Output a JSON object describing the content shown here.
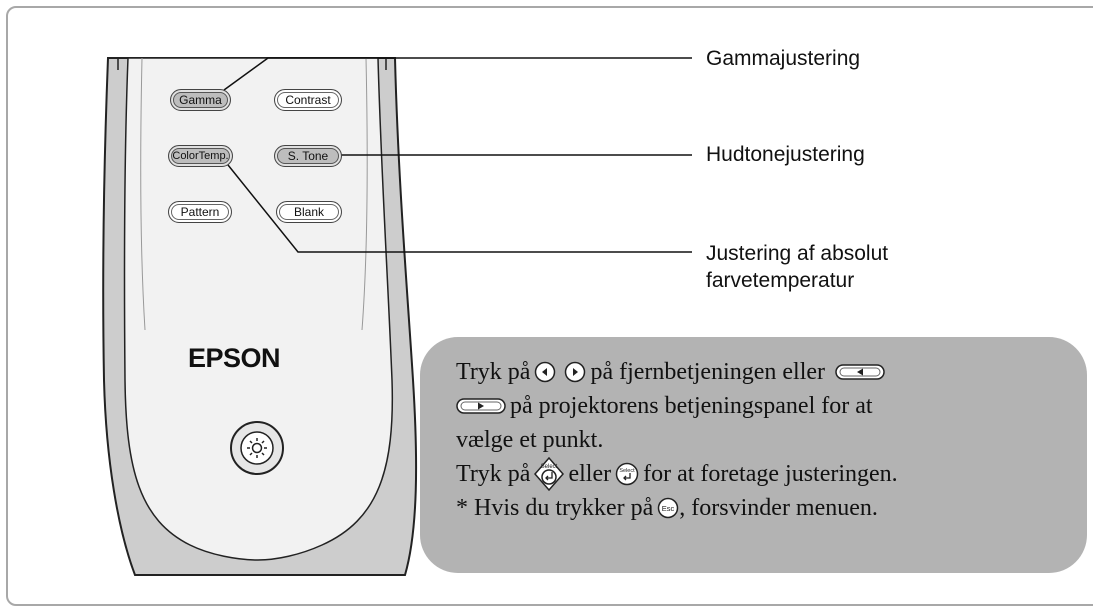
{
  "remote": {
    "buttons": [
      {
        "label": "Gamma",
        "highlighted": true
      },
      {
        "label": "Contrast",
        "highlighted": false
      },
      {
        "label": "ColorTemp.",
        "highlighted": true
      },
      {
        "label": "S. Tone",
        "highlighted": true
      },
      {
        "label": "Pattern",
        "highlighted": false
      },
      {
        "label": "Blank",
        "highlighted": false
      }
    ],
    "brand": "EPSON",
    "bottom_icon": "light-icon"
  },
  "callouts": {
    "gamma": "Gammajustering",
    "skin_tone": "Hudtonejustering",
    "color_temp_line1": "Justering af absolut",
    "color_temp_line2": "farvetemperatur"
  },
  "info": {
    "line1_a": "Tryk på",
    "line1_b": "på fjernbetjeningen eller",
    "line2": "på projektorens betjeningspanel for at",
    "line3": "vælge et punkt.",
    "line4_a": "Tryk på",
    "line4_b": "eller",
    "line4_c": "for at foretage justeringen.",
    "line5_a": "* Hvis du trykker på",
    "line5_b": ", forsvinder menuen.",
    "select_label": "Select",
    "esc_label": "Esc"
  },
  "colors": {
    "info_box_bg": "#b3b3b3",
    "remote_body_gray": "#cdcdcd",
    "remote_face": "#f2f2f2",
    "highlight_button": "#bdbdbd"
  }
}
